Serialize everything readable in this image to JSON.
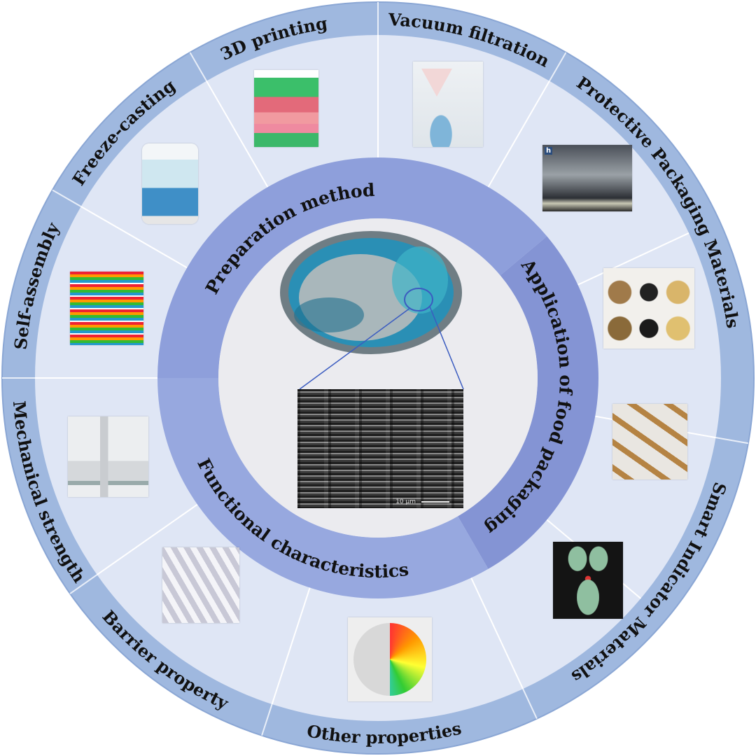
{
  "center": {
    "title": "Abalone nacre structure",
    "sem_scale_bar": "10 μm"
  },
  "middle_ring": {
    "preparation": "Preparation method",
    "application": "Application of food packaging",
    "functional": "Functional characteristics"
  },
  "outer_ring": {
    "self_assembly": "Self-assembly",
    "freeze_casting": "Freeze-casting",
    "printing_3d": "3D printing",
    "vacuum_filtration": "Vacuum filtration",
    "protective_packaging": "Protective Packaging Materials",
    "smart_indicator": "Smart Indicator Materials",
    "other_properties": "Other properties",
    "barrier_property": "Barrier property",
    "mechanical_strength": "Mechanical strength"
  },
  "protective_image_panel_label": "h",
  "colors": {
    "outer_band": "#9fb8df",
    "inner_field": "#dfe6f5",
    "middle_ring": "#8e9edb",
    "center": "#ebebef"
  }
}
